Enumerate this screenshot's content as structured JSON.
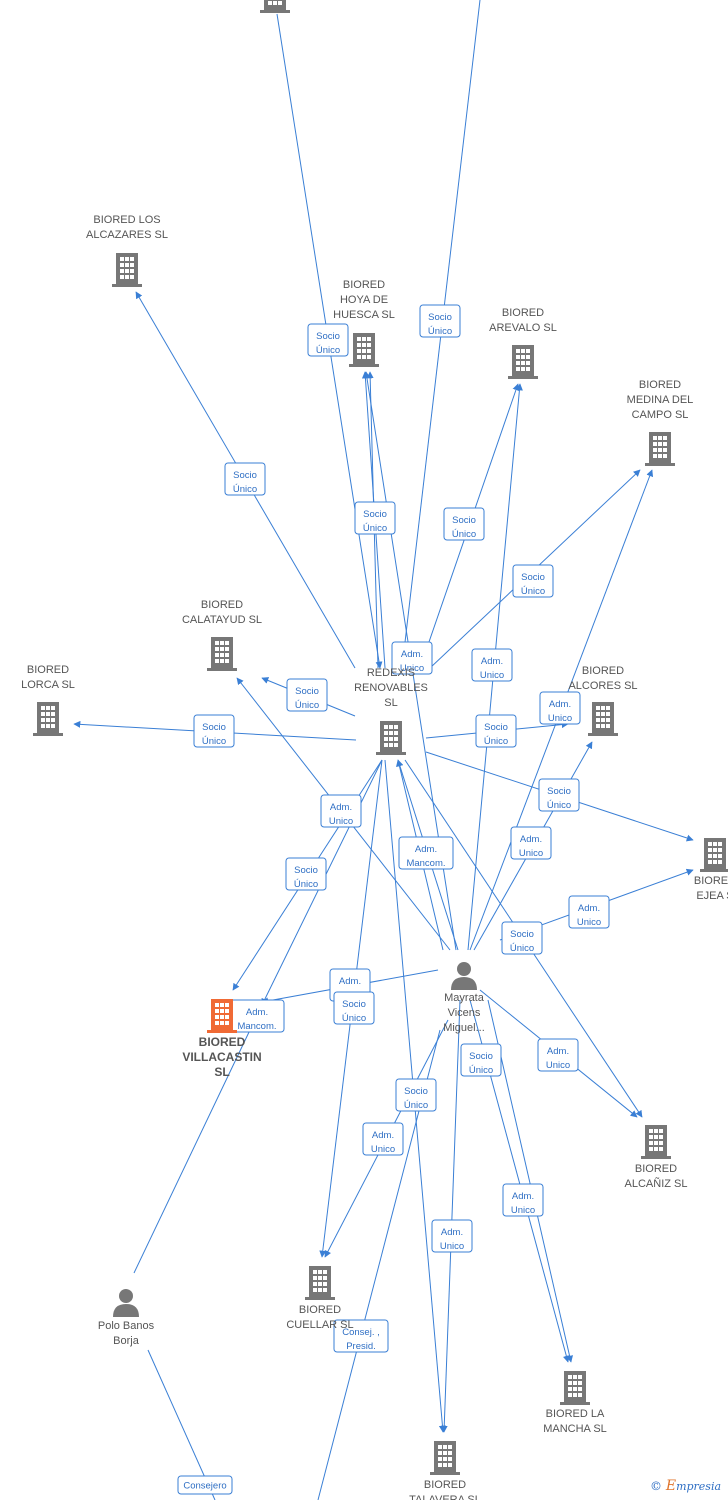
{
  "colors": {
    "edge": "#3a7fd5",
    "company": "#777777",
    "focus": "#f06a35",
    "person": "#777777",
    "text": "#555555"
  },
  "nodes": {
    "top_building": {
      "type": "company",
      "lines": []
    },
    "los_alcazares": {
      "type": "company",
      "lines": [
        "BIORED LOS",
        "ALCAZARES  SL"
      ]
    },
    "hoya_huesca": {
      "type": "company",
      "lines": [
        "BIORED",
        "HOYA DE",
        "HUESCA  SL"
      ]
    },
    "arevalo": {
      "type": "company",
      "lines": [
        "BIORED",
        "AREVALO  SL"
      ]
    },
    "medina": {
      "type": "company",
      "lines": [
        "BIORED",
        "MEDINA DEL",
        "CAMPO  SL"
      ]
    },
    "calatayud": {
      "type": "company",
      "lines": [
        "BIORED",
        "CALATAYUD  SL"
      ]
    },
    "lorca": {
      "type": "company",
      "lines": [
        "BIORED",
        "LORCA  SL"
      ]
    },
    "redexis": {
      "type": "company",
      "lines": [
        "REDEXIS",
        "RENOVABLES",
        "SL"
      ]
    },
    "alcores": {
      "type": "company",
      "lines": [
        "BIORED",
        "ALCORES  SL"
      ]
    },
    "ejea": {
      "type": "company",
      "lines": [
        "BIORED",
        "EJEA  S"
      ]
    },
    "villacastin": {
      "type": "focus",
      "lines": [
        "BIORED",
        "VILLACASTIN",
        "SL"
      ]
    },
    "mayrata": {
      "type": "person",
      "lines": [
        "Mayrata",
        "Vicens",
        "Miguel..."
      ]
    },
    "alcaniz": {
      "type": "company",
      "lines": [
        "BIORED",
        "ALCAÑIZ  SL"
      ]
    },
    "cuellar": {
      "type": "company",
      "lines": [
        "BIORED",
        "CUELLAR  SL"
      ]
    },
    "polo": {
      "type": "person",
      "lines": [
        "Polo Banos",
        "Borja"
      ]
    },
    "la_mancha": {
      "type": "company",
      "lines": [
        "BIORED LA",
        "MANCHA  SL"
      ]
    },
    "bottom": {
      "type": "company",
      "lines": [
        "BIORED",
        "TALAVERA  SL"
      ]
    }
  },
  "edge_labels": [
    {
      "id": "l1",
      "lines": [
        "Socio",
        "Único"
      ]
    },
    {
      "id": "l2",
      "lines": [
        "Socio",
        "Único"
      ]
    },
    {
      "id": "l3",
      "lines": [
        "Socio",
        "Único"
      ]
    },
    {
      "id": "l4",
      "lines": [
        "Socio",
        "Único"
      ]
    },
    {
      "id": "l5",
      "lines": [
        "Socio",
        "Único"
      ]
    },
    {
      "id": "l6",
      "lines": [
        "Socio",
        "Único"
      ]
    },
    {
      "id": "l7",
      "lines": [
        "Adm.",
        "Unico"
      ]
    },
    {
      "id": "l8",
      "lines": [
        "Adm.",
        "Unico"
      ]
    },
    {
      "id": "l9",
      "lines": [
        "Socio",
        "Único"
      ]
    },
    {
      "id": "l10",
      "lines": [
        "Socio",
        "Único"
      ]
    },
    {
      "id": "l11",
      "lines": [
        "Adm.",
        "Unico"
      ]
    },
    {
      "id": "l12",
      "lines": [
        "Socio",
        "Único"
      ]
    },
    {
      "id": "l13",
      "lines": [
        "Socio",
        "Único"
      ]
    },
    {
      "id": "l14",
      "lines": [
        "Adm.",
        "Unico"
      ]
    },
    {
      "id": "l15",
      "lines": [
        "Adm.",
        "Mancom."
      ]
    },
    {
      "id": "l16",
      "lines": [
        "Adm.",
        "Unico"
      ]
    },
    {
      "id": "l17",
      "lines": [
        "Socio",
        "Único"
      ]
    },
    {
      "id": "l18",
      "lines": [
        "Adm.",
        "Unico"
      ]
    },
    {
      "id": "l19",
      "lines": [
        "Socio",
        "Único"
      ]
    },
    {
      "id": "l20",
      "lines": [
        "Adm.",
        "Unico"
      ]
    },
    {
      "id": "l21",
      "lines": [
        "Socio",
        "Único"
      ]
    },
    {
      "id": "l22",
      "lines": [
        "Adm.",
        "Mancom."
      ]
    },
    {
      "id": "l23",
      "lines": [
        "Adm.",
        "Unico"
      ]
    },
    {
      "id": "l24",
      "lines": [
        "Socio",
        "Único"
      ]
    },
    {
      "id": "l25",
      "lines": [
        "Socio",
        "Único"
      ]
    },
    {
      "id": "l26",
      "lines": [
        "Adm.",
        "Unico"
      ]
    },
    {
      "id": "l27",
      "lines": [
        "Adm.",
        "Unico"
      ]
    },
    {
      "id": "l28",
      "lines": [
        "Adm.",
        "Unico"
      ]
    },
    {
      "id": "l29",
      "lines": [
        "Consej. ,",
        "Presid."
      ]
    },
    {
      "id": "l30",
      "lines": [
        "Consejero"
      ]
    },
    {
      "id": "l31",
      "lines": [
        "Socio",
        "Único"
      ]
    }
  ],
  "footer": {
    "copyright": "©",
    "brand_initial": "E",
    "brand_rest": "mpresia"
  }
}
